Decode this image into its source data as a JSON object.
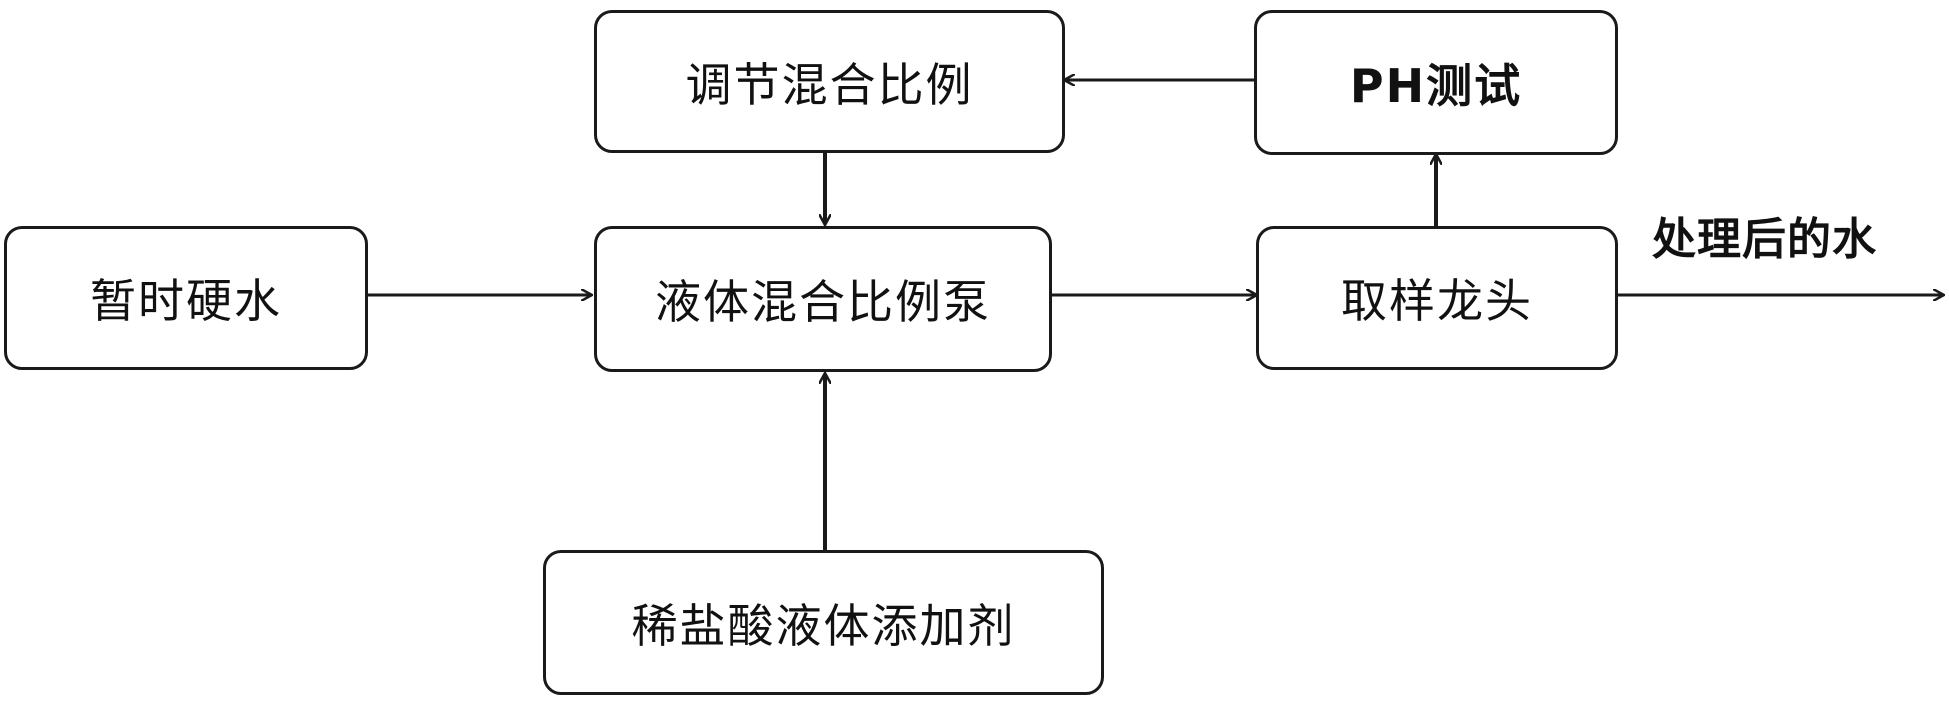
{
  "nodes": {
    "temporary_hard_water": "暂时硬水",
    "adjust_mix_ratio": "调节混合比例",
    "liquid_mix_pump": "液体混合比例泵",
    "ph_test": "PH测试",
    "sampling_tap": "取样龙头",
    "dilute_hcl_additive": "稀盐酸液体添加剂"
  },
  "output_label": "处理后的水",
  "colors": {
    "stroke": "#1a1a1a",
    "text": "#111111",
    "background": "#ffffff"
  }
}
